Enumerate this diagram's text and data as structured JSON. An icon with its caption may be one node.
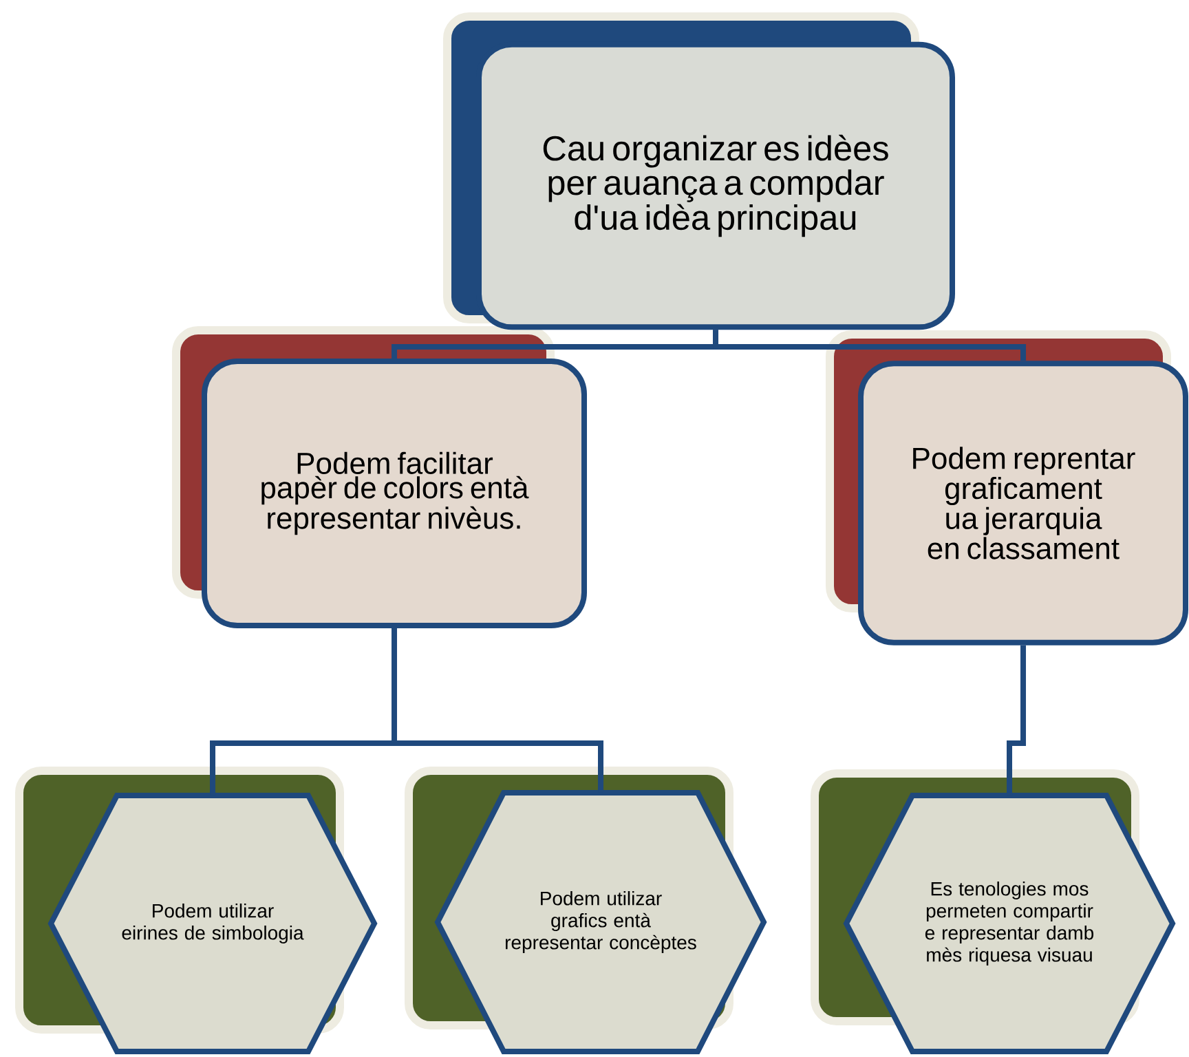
{
  "diagram": {
    "nodes": [
      {
        "text": [
          "Cau organizar es idèes per auança a compdar d'ua idèa principau"
        ]
      },
      {
        "text": [
          "Podem facilitar papèr de colors entà representar nivèus."
        ]
      },
      {
        "text": [
          "Podem reprentar graficament ua jerarquia en classament"
        ]
      },
      {
        "text": [
          "Podem utilizar eirines de simbologia"
        ]
      },
      {
        "text": [
          "Podem utilizar grafics entà representar concèptes"
        ]
      },
      {
        "text": [
          "Es tenologies mos permeten compartir e representar damb mès riquesa visuau"
        ]
      }
    ],
    "edges": [
      {
        "from": 0,
        "to": 1,
        "arrow": "none"
      },
      {
        "from": 0,
        "to": 2,
        "arrow": "none"
      },
      {
        "from": 1,
        "to": 3,
        "arrow": "none"
      },
      {
        "from": 1,
        "to": 4,
        "arrow": "none"
      },
      {
        "from": 2,
        "to": 5,
        "arrow": "none"
      }
    ]
  }
}
